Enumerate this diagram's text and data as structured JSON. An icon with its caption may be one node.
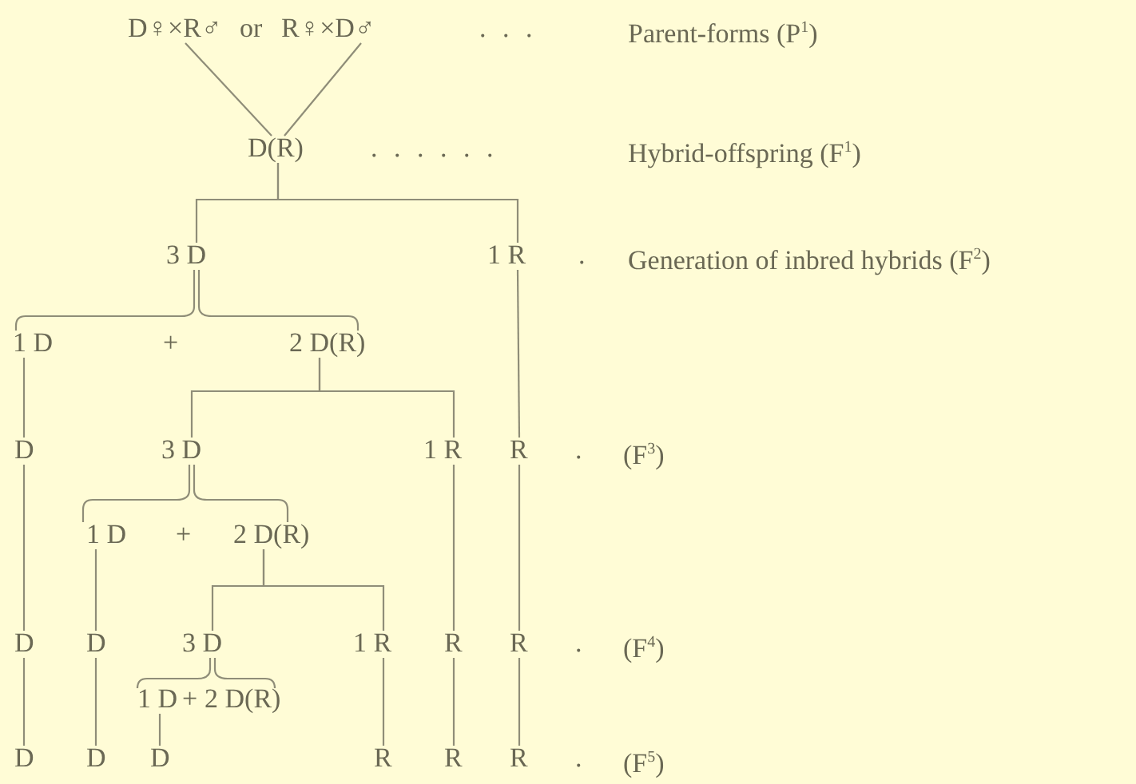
{
  "diagram": {
    "nodes": [
      {
        "text": [
          "D♀×R♂"
        ]
      },
      {
        "text": [
          "R♀×D♂"
        ]
      },
      {
        "text": [
          "D(R)"
        ]
      },
      {
        "text": [
          "3 D"
        ]
      },
      {
        "text": [
          "1 R"
        ]
      },
      {
        "text": [
          "1 D"
        ]
      },
      {
        "text": [
          "2 D(R)"
        ]
      },
      {
        "text": [
          "D"
        ]
      },
      {
        "text": [
          "3 D"
        ]
      },
      {
        "text": [
          "1 R"
        ]
      },
      {
        "text": [
          "R"
        ]
      },
      {
        "text": [
          "1 D"
        ]
      },
      {
        "text": [
          "2 D(R)"
        ]
      },
      {
        "text": [
          "D"
        ]
      },
      {
        "text": [
          "D"
        ]
      },
      {
        "text": [
          "3 D"
        ]
      },
      {
        "text": [
          "1 R"
        ]
      },
      {
        "text": [
          "R"
        ]
      },
      {
        "text": [
          "R"
        ]
      },
      {
        "text": [
          "1 D"
        ]
      },
      {
        "text": [
          "2 D(R)"
        ]
      },
      {
        "text": [
          "D"
        ]
      },
      {
        "text": [
          "D"
        ]
      },
      {
        "text": [
          "D"
        ]
      },
      {
        "text": [
          "R"
        ]
      },
      {
        "text": [
          "R"
        ]
      },
      {
        "text": [
          "R"
        ]
      }
    ],
    "edges": [
      {
        "from": 0,
        "to": 2,
        "arrow": "none"
      },
      {
        "from": 1,
        "to": 2,
        "arrow": "none"
      },
      {
        "from": 2,
        "to": 3,
        "arrow": "none"
      },
      {
        "from": 2,
        "to": 4,
        "arrow": "none"
      },
      {
        "from": 3,
        "to": 5,
        "arrow": "none"
      },
      {
        "from": 3,
        "to": 6,
        "arrow": "none"
      },
      {
        "from": 4,
        "to": 10,
        "arrow": "none"
      },
      {
        "from": 5,
        "to": 7,
        "arrow": "none"
      },
      {
        "from": 6,
        "to": 8,
        "arrow": "none"
      },
      {
        "from": 6,
        "to": 9,
        "arrow": "none"
      },
      {
        "from": 7,
        "to": 13,
        "arrow": "none"
      },
      {
        "from": 8,
        "to": 11,
        "arrow": "none"
      },
      {
        "from": 8,
        "to": 12,
        "arrow": "none"
      },
      {
        "from": 9,
        "to": 17,
        "arrow": "none"
      },
      {
        "from": 10,
        "to": 18,
        "arrow": "none"
      },
      {
        "from": 11,
        "to": 14,
        "arrow": "none"
      },
      {
        "from": 12,
        "to": 15,
        "arrow": "none"
      },
      {
        "from": 12,
        "to": 16,
        "arrow": "none"
      },
      {
        "from": 13,
        "to": 21,
        "arrow": "none"
      },
      {
        "from": 14,
        "to": 22,
        "arrow": "none"
      },
      {
        "from": 15,
        "to": 19,
        "arrow": "none"
      },
      {
        "from": 15,
        "to": 20,
        "arrow": "none"
      },
      {
        "from": 16,
        "to": 24,
        "arrow": "none"
      },
      {
        "from": 17,
        "to": 25,
        "arrow": "none"
      },
      {
        "from": 18,
        "to": 26,
        "arrow": "none"
      },
      {
        "from": 19,
        "to": 23,
        "arrow": "none"
      }
    ],
    "labels": [
      "or",
      ". . .",
      "Parent-forms (P$^{1}$)",
      ". . . . . .",
      "Hybrid-offspring (F$^{1}$)",
      ".",
      "Generation of inbred hybrids (F$^{2}$)",
      "+",
      ".",
      "(F$^{3}$)",
      "+",
      ".",
      "(F$^{4}$)",
      "+",
      ".",
      "(F$^{5}$)"
    ]
  }
}
